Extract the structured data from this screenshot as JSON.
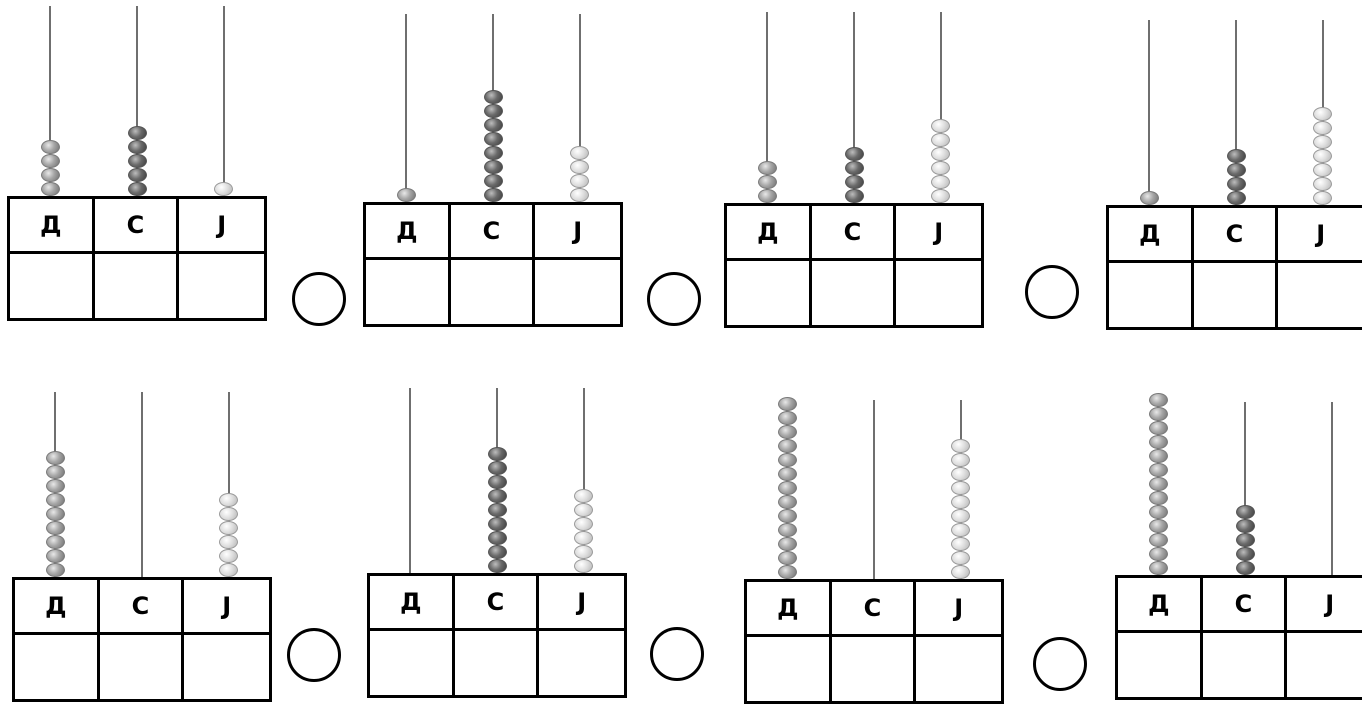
{
  "headers": [
    "Д",
    "С",
    "Ј"
  ],
  "abacuses": [
    {
      "beads": [
        4,
        5,
        1
      ]
    },
    {
      "beads": [
        1,
        8,
        4
      ]
    },
    {
      "beads": [
        3,
        4,
        6
      ]
    },
    {
      "beads": [
        1,
        4,
        7
      ]
    },
    {
      "beads": [
        9,
        0,
        6
      ]
    },
    {
      "beads": [
        0,
        9,
        6
      ]
    },
    {
      "beads": [
        13,
        0,
        10
      ]
    },
    {
      "beads": [
        13,
        5,
        0
      ]
    }
  ],
  "comparisons": [
    {
      "value": ""
    },
    {
      "value": ""
    },
    {
      "value": ""
    },
    {
      "value": ""
    },
    {
      "value": ""
    },
    {
      "value": ""
    }
  ]
}
